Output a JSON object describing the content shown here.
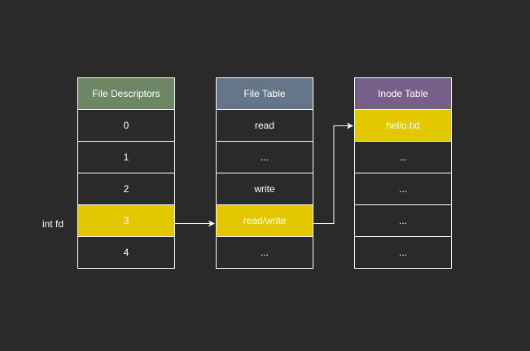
{
  "tables": {
    "fd": {
      "header": "File Descriptors",
      "rows": [
        "0",
        "1",
        "2",
        "3",
        "4"
      ]
    },
    "file": {
      "header": "File Table",
      "rows": [
        "read",
        "...",
        "write",
        "read/write",
        "..."
      ]
    },
    "inode": {
      "header": "Inode Table",
      "rows": [
        "hello.txt",
        "...",
        "...",
        "...",
        "..."
      ]
    }
  },
  "side_label": "int fd",
  "colors": {
    "background": "#2a2a2a",
    "fd_header": "#6d8764",
    "file_header": "#647687",
    "inode_header": "#76608a",
    "highlight": "#e3c800",
    "line": "#ffffff"
  }
}
